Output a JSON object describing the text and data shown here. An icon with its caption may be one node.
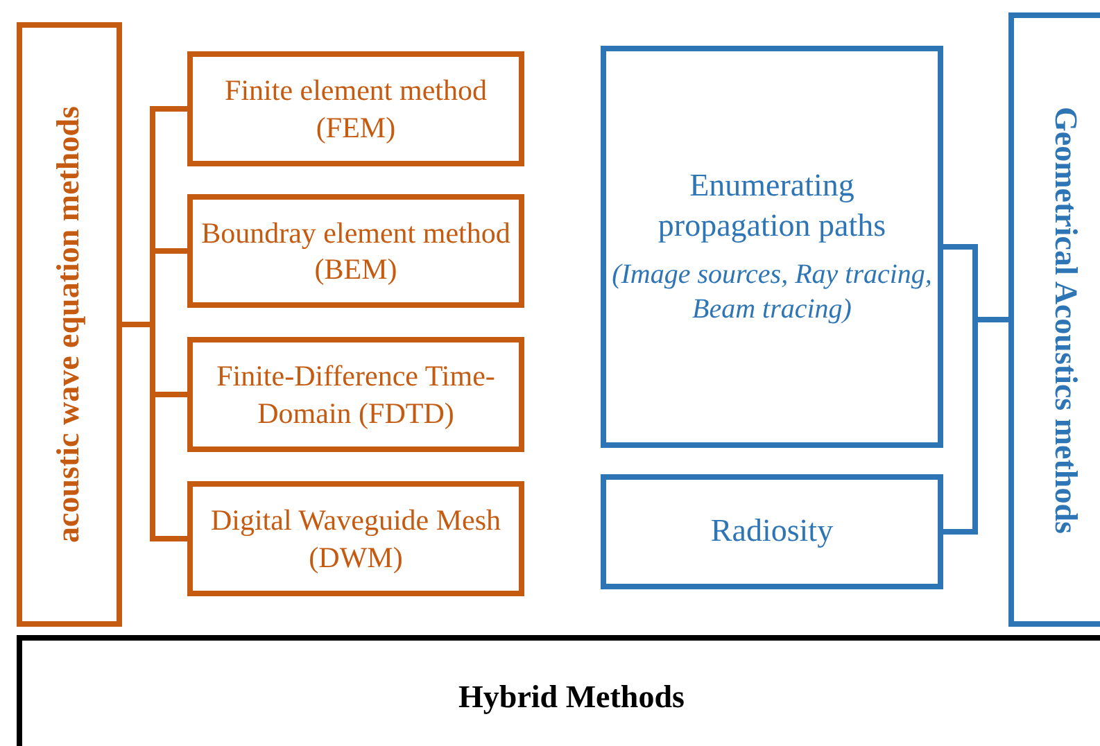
{
  "diagram": {
    "nodes": [
      {
        "text": [
          "acoustic wave equation methods"
        ]
      },
      {
        "text": [
          "Finite element method (FEM)"
        ]
      },
      {
        "text": [
          "Boundray element method (BEM)"
        ]
      },
      {
        "text": [
          "Finite-Difference Time-Domain (FDTD)"
        ]
      },
      {
        "text": [
          "Digital Waveguide Mesh (DWM)"
        ]
      },
      {
        "text": [
          "Enumerating propagation paths",
          "(Image sources, Ray tracing, Beam tracing)"
        ]
      },
      {
        "text": [
          "Radiosity"
        ]
      },
      {
        "text": [
          "Geometrical Acoustics methods"
        ]
      },
      {
        "text": [
          "Hybrid Methods"
        ]
      }
    ],
    "edges": [
      {
        "from": 0,
        "to": 1,
        "arrow": "none"
      },
      {
        "from": 0,
        "to": 2,
        "arrow": "none"
      },
      {
        "from": 0,
        "to": 3,
        "arrow": "none"
      },
      {
        "from": 0,
        "to": 4,
        "arrow": "none"
      },
      {
        "from": 7,
        "to": 5,
        "arrow": "none",
        "color": "#2e75b6"
      },
      {
        "from": 7,
        "to": 6,
        "arrow": "none",
        "color": "#2e75b6"
      }
    ]
  }
}
